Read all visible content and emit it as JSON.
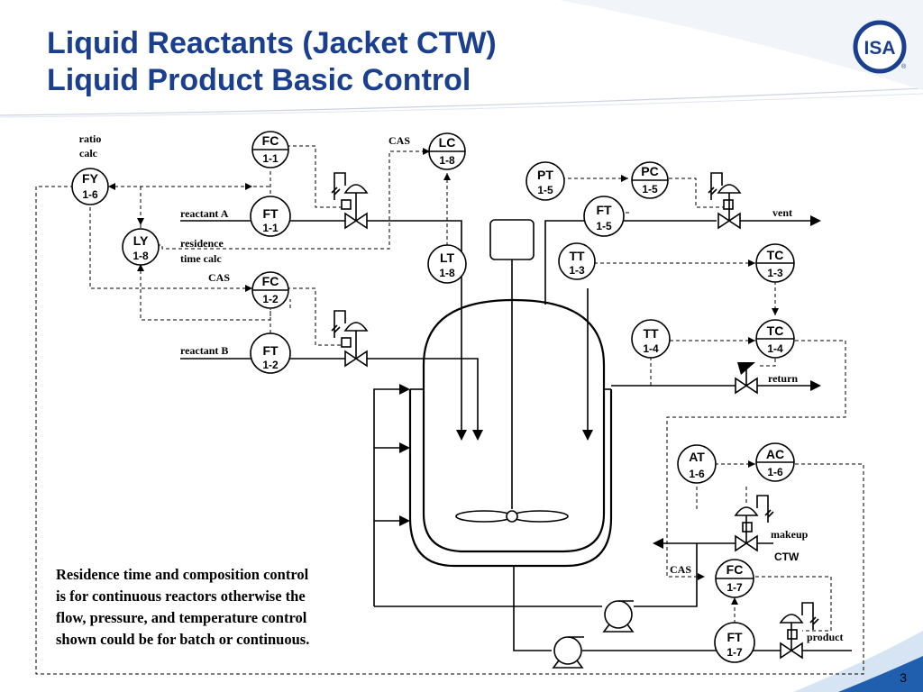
{
  "title": {
    "line1": "Liquid Reactants (Jacket CTW)",
    "line2": "Liquid Product Basic Control"
  },
  "logo": {
    "text": "ISA",
    "mark": "®"
  },
  "page_number": "3",
  "note": [
    "Residence time and composition control",
    "is for continuous reactors otherwise the",
    "flow, pressure, and temperature control",
    "shown could be for batch or continuous."
  ],
  "instruments": {
    "fc_1_1": {
      "tag": "FC",
      "num": "1-1"
    },
    "ft_1_1": {
      "tag": "FT",
      "num": "1-1"
    },
    "fy_1_6": {
      "tag": "FY",
      "num": "1-6"
    },
    "ly_1_8": {
      "tag": "LY",
      "num": "1-8"
    },
    "fc_1_2": {
      "tag": "FC",
      "num": "1-2"
    },
    "ft_1_2": {
      "tag": "FT",
      "num": "1-2"
    },
    "lc_1_8": {
      "tag": "LC",
      "num": "1-8"
    },
    "lt_1_8": {
      "tag": "LT",
      "num": "1-8"
    },
    "pt_1_5": {
      "tag": "PT",
      "num": "1-5"
    },
    "pc_1_5": {
      "tag": "PC",
      "num": "1-5"
    },
    "ft_1_5": {
      "tag": "FT",
      "num": "1-5"
    },
    "tt_1_3": {
      "tag": "TT",
      "num": "1-3"
    },
    "tc_1_3": {
      "tag": "TC",
      "num": "1-3"
    },
    "tt_1_4": {
      "tag": "TT",
      "num": "1-4"
    },
    "tc_1_4": {
      "tag": "TC",
      "num": "1-4"
    },
    "at_1_6": {
      "tag": "AT",
      "num": "1-6"
    },
    "ac_1_6": {
      "tag": "AC",
      "num": "1-6"
    },
    "fc_1_7": {
      "tag": "FC",
      "num": "1-7"
    },
    "ft_1_7": {
      "tag": "FT",
      "num": "1-7"
    }
  },
  "labels": {
    "ratio_calc_1": "ratio",
    "ratio_calc_2": "calc",
    "reactant_a": "reactant A",
    "residence_1": "residence",
    "residence_2": "time calc",
    "cas_fc12": "CAS",
    "cas_lc18": "CAS",
    "reactant_b": "reactant B",
    "vent": "vent",
    "return": "return",
    "makeup": "makeup",
    "ctw": "CTW",
    "cas_fc17": "CAS",
    "product": "product"
  },
  "colors": {
    "title": "#1b3f8f",
    "accent": "#1f5fae"
  }
}
